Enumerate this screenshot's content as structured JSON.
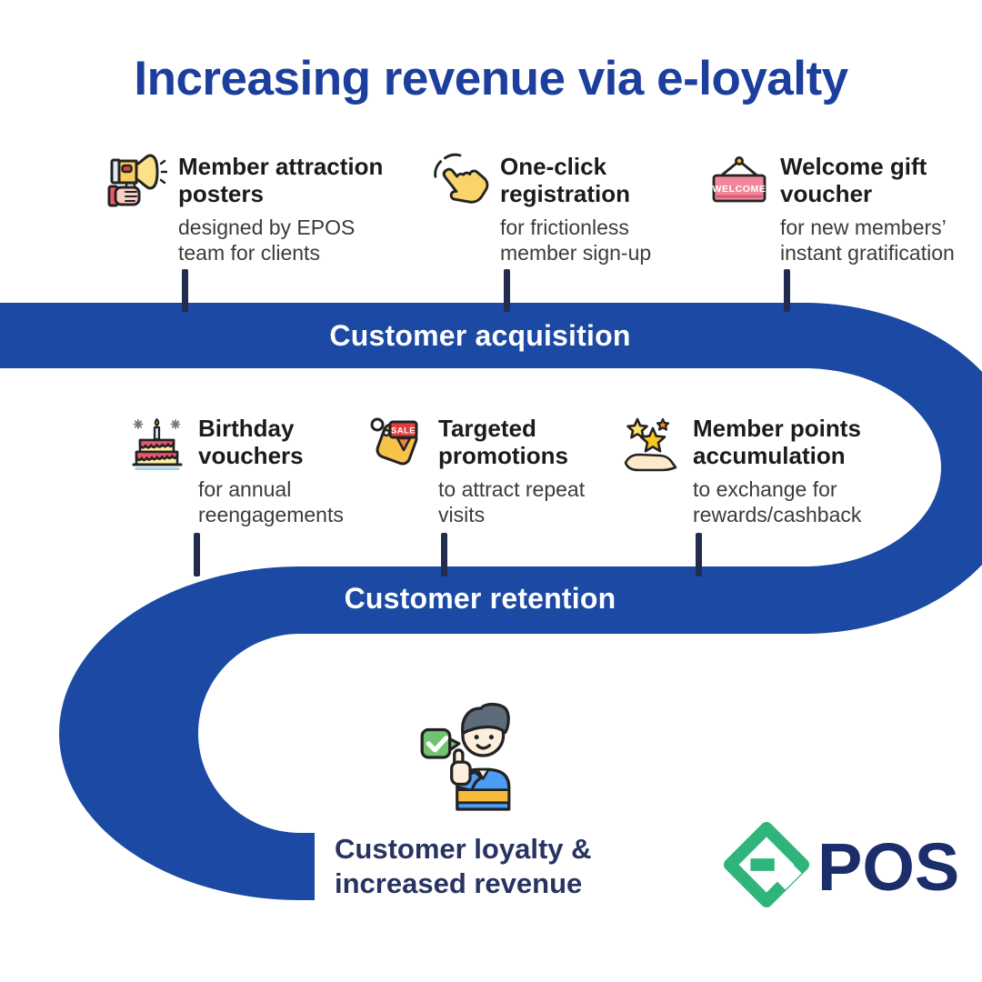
{
  "title": "Increasing revenue via e-loyalty",
  "colors": {
    "ribbon_blue": "#1b49a3",
    "title_blue": "#1c3f9e",
    "navy_text": "#283361",
    "tick_navy": "#212c4e",
    "logo_green": "#2fb57c",
    "logo_navy": "#1b2e6b"
  },
  "acquisition": {
    "label": "Customer acquisition",
    "items": [
      {
        "icon": "megaphone-icon",
        "title_lines": [
          "Member attraction",
          "posters"
        ],
        "desc_lines": [
          "designed by EPOS",
          "team for clients"
        ]
      },
      {
        "icon": "click-hand-icon",
        "title_lines": [
          "One-click",
          "registration"
        ],
        "desc_lines": [
          "for frictionless",
          "member sign-up"
        ]
      },
      {
        "icon": "welcome-sign-icon",
        "title_lines": [
          "Welcome gift",
          "voucher"
        ],
        "desc_lines": [
          "for new members’",
          "instant gratification"
        ]
      }
    ]
  },
  "retention": {
    "label": "Customer retention",
    "items": [
      {
        "icon": "birthday-cake-icon",
        "title_lines": [
          "Birthday",
          "vouchers"
        ],
        "desc_lines": [
          "for annual",
          "reengagements"
        ]
      },
      {
        "icon": "sale-tag-icon",
        "title_lines": [
          "Targeted",
          "promotions"
        ],
        "desc_lines": [
          "to attract repeat",
          "visits"
        ]
      },
      {
        "icon": "stars-hand-icon",
        "title_lines": [
          "Member points",
          "accumulation"
        ],
        "desc_lines": [
          "to exchange for",
          "rewards/cashback"
        ]
      }
    ]
  },
  "outcome": {
    "icon": "thumbs-up-person-icon",
    "lines": [
      "Customer loyalty &",
      "increased revenue"
    ]
  },
  "icon_texts": {
    "welcome_sign": "WELCOME",
    "sale_tag": "SALE"
  },
  "logo": {
    "mark": "epos-e-mark",
    "text": "POS"
  }
}
